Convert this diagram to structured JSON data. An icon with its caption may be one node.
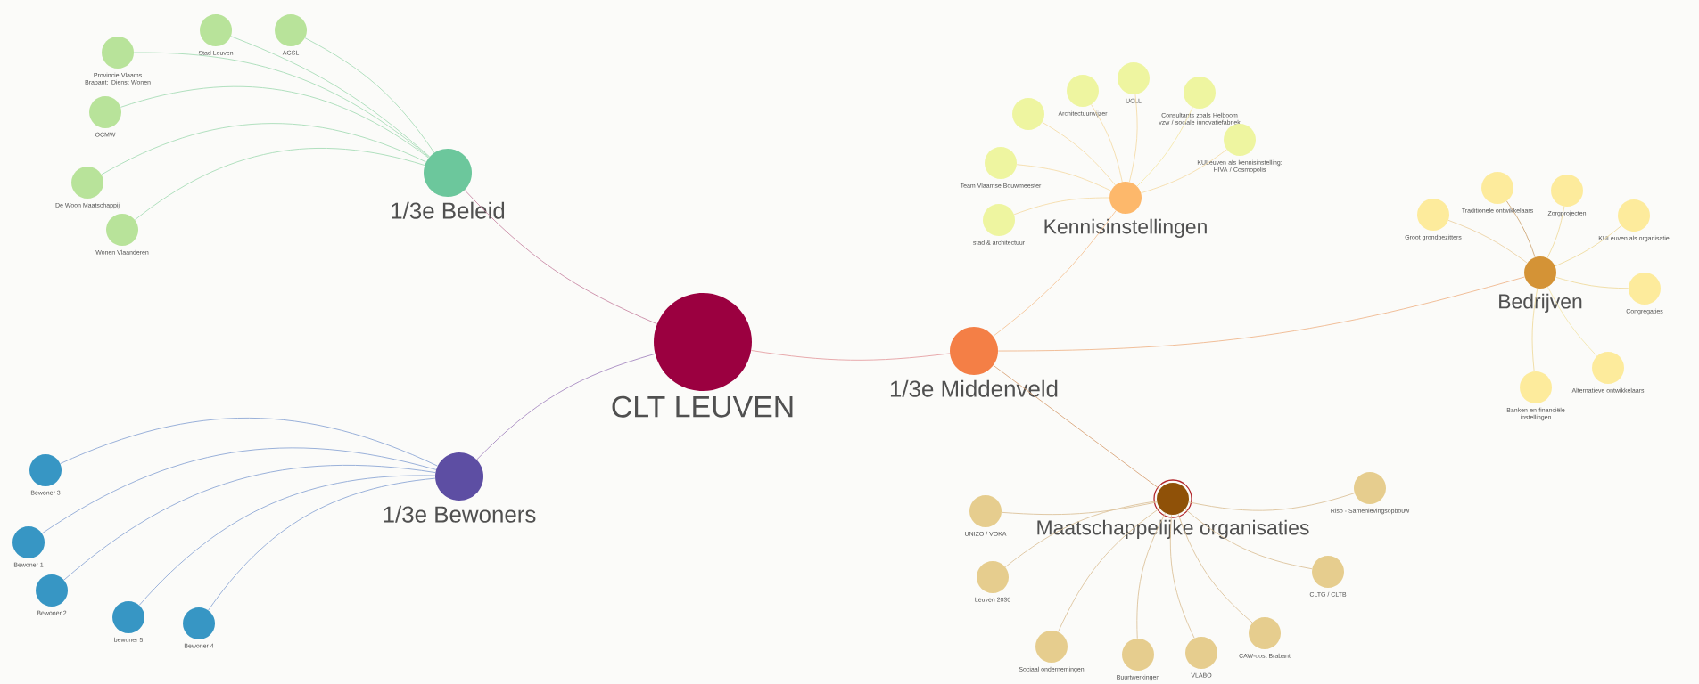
{
  "diagram": {
    "nodes": [
      {
        "text": [
          "CLT LEUVEN"
        ]
      },
      {
        "text": [
          "1/3e Beleid"
        ]
      },
      {
        "text": [
          "Stad Leuven"
        ]
      },
      {
        "text": [
          "AGSL"
        ]
      },
      {
        "text": [
          "Provincie Vlaams Brabant: Dienst Wonen"
        ]
      },
      {
        "text": [
          "OCMW"
        ]
      },
      {
        "text": [
          "De Woon Maatschappij"
        ]
      },
      {
        "text": [
          "Wonen Vlaanderen"
        ]
      },
      {
        "text": [
          "1/3e Bewoners"
        ]
      },
      {
        "text": [
          "Bewoner 3"
        ]
      },
      {
        "text": [
          "Bewoner 1"
        ]
      },
      {
        "text": [
          "Bewoner 2"
        ]
      },
      {
        "text": [
          "bewoner 5"
        ]
      },
      {
        "text": [
          "Bewoner 4"
        ]
      },
      {
        "text": [
          "1/3e Middenveld"
        ]
      },
      {
        "text": [
          "Kennisinstellingen"
        ]
      },
      {
        "text": [],
        "shape": "circle"
      },
      {
        "text": [
          "Architectuurwijzer"
        ]
      },
      {
        "text": [
          "UCLL"
        ]
      },
      {
        "text": [
          "Consultants zoals Helboom vzw / sociale innovatiefabriek"
        ]
      },
      {
        "text": [
          "KULeuven als kennisinstelling: HIVA / Cosmopolis"
        ]
      },
      {
        "text": [
          "Team Vlaamse Bouwmeester"
        ]
      },
      {
        "text": [
          "stad & architectuur"
        ]
      },
      {
        "text": [
          "Bedrijven"
        ]
      },
      {
        "text": [
          "Groot grondbezitters"
        ]
      },
      {
        "text": [
          "Traditionele ontwikkelaars"
        ]
      },
      {
        "text": [
          "Zorgprojecten"
        ]
      },
      {
        "text": [
          "KULeuven als organisatie"
        ]
      },
      {
        "text": [
          "Congregaties"
        ]
      },
      {
        "text": [
          "Alternatieve ontwikkelaars"
        ]
      },
      {
        "text": [
          "Banken en financiële instellingen"
        ]
      },
      {
        "text": [
          "Maatschappelijke organisaties"
        ]
      },
      {
        "text": [
          "UNIZO / VOKA"
        ]
      },
      {
        "text": [
          "Leuven 2030"
        ]
      },
      {
        "text": [
          "Sociaal ondernemingen"
        ]
      },
      {
        "text": [
          "Buurtwerkingen"
        ]
      },
      {
        "text": [
          "VLABO"
        ]
      },
      {
        "text": [
          "CAW-oost Brabant"
        ]
      },
      {
        "text": [
          "CLTG / CLTB"
        ]
      },
      {
        "text": [
          "Riso - Samenlevingsopbouw"
        ]
      }
    ],
    "edges": [
      {
        "from": 0,
        "to": 1,
        "arrow": "none",
        "color": "#c98aa6"
      },
      {
        "from": 1,
        "to": 2,
        "arrow": "none",
        "color": "#a8dcb8"
      },
      {
        "from": 1,
        "to": 3,
        "arrow": "none",
        "color": "#a8dcb8"
      },
      {
        "from": 1,
        "to": 4,
        "arrow": "none",
        "color": "#a8dcb8"
      },
      {
        "from": 1,
        "to": 5,
        "arrow": "none",
        "color": "#a8dcb8"
      },
      {
        "from": 1,
        "to": 6,
        "arrow": "none",
        "color": "#a8dcb8"
      },
      {
        "from": 1,
        "to": 7,
        "arrow": "none",
        "color": "#a8dcb8"
      },
      {
        "from": 0,
        "to": 8,
        "arrow": "none",
        "color": "#a78ac2"
      },
      {
        "from": 8,
        "to": 9,
        "arrow": "none",
        "color": "#8fa8d6"
      },
      {
        "from": 8,
        "to": 10,
        "arrow": "none",
        "color": "#8fa8d6"
      },
      {
        "from": 8,
        "to": 11,
        "arrow": "none",
        "color": "#8fa8d6"
      },
      {
        "from": 8,
        "to": 12,
        "arrow": "none",
        "color": "#8fa8d6"
      },
      {
        "from": 8,
        "to": 13,
        "arrow": "none",
        "color": "#8fa8d6"
      },
      {
        "from": 0,
        "to": 14,
        "arrow": "none",
        "color": "#e5a0a4"
      },
      {
        "from": 14,
        "to": 15,
        "arrow": "none",
        "color": "#f5c497"
      },
      {
        "from": 15,
        "to": 16,
        "arrow": "none",
        "color": "#f5dcaa"
      },
      {
        "from": 15,
        "to": 17,
        "arrow": "none",
        "color": "#f5dcaa"
      },
      {
        "from": 15,
        "to": 18,
        "arrow": "none",
        "color": "#f5dcaa"
      },
      {
        "from": 15,
        "to": 19,
        "arrow": "none",
        "color": "#f5e8aa"
      },
      {
        "from": 15,
        "to": 20,
        "arrow": "none",
        "color": "#f5dcaa"
      },
      {
        "from": 15,
        "to": 21,
        "arrow": "none",
        "color": "#f5dcaa"
      },
      {
        "from": 15,
        "to": 22,
        "arrow": "none",
        "color": "#f5dcaa"
      },
      {
        "from": 14,
        "to": 23,
        "arrow": "none",
        "color": "#efb88e"
      },
      {
        "from": 23,
        "to": 24,
        "arrow": "none",
        "color": "#ecd3a6"
      },
      {
        "from": 23,
        "to": 25,
        "arrow": "none",
        "color": "#cfa878"
      },
      {
        "from": 23,
        "to": 26,
        "arrow": "none",
        "color": "#efdba0"
      },
      {
        "from": 23,
        "to": 27,
        "arrow": "none",
        "color": "#efdba0"
      },
      {
        "from": 23,
        "to": 28,
        "arrow": "none",
        "color": "#efdba0"
      },
      {
        "from": 23,
        "to": 29,
        "arrow": "none",
        "color": "#f3e6b0"
      },
      {
        "from": 23,
        "to": 30,
        "arrow": "none",
        "color": "#efdba0"
      },
      {
        "from": 14,
        "to": 31,
        "arrow": "none",
        "color": "#d9a57a"
      },
      {
        "from": 31,
        "to": 32,
        "arrow": "none",
        "color": "#dcc39c"
      },
      {
        "from": 31,
        "to": 33,
        "arrow": "none",
        "color": "#dcc39c"
      },
      {
        "from": 31,
        "to": 34,
        "arrow": "none",
        "color": "#dcc39c"
      },
      {
        "from": 31,
        "to": 35,
        "arrow": "none",
        "color": "#dcc39c"
      },
      {
        "from": 31,
        "to": 36,
        "arrow": "none",
        "color": "#dcc39c"
      },
      {
        "from": 31,
        "to": 37,
        "arrow": "none",
        "color": "#dcc39c"
      },
      {
        "from": 31,
        "to": 38,
        "arrow": "none",
        "color": "#dcc39c"
      },
      {
        "from": 31,
        "to": 39,
        "arrow": "none",
        "color": "#dcc39c"
      }
    ]
  }
}
